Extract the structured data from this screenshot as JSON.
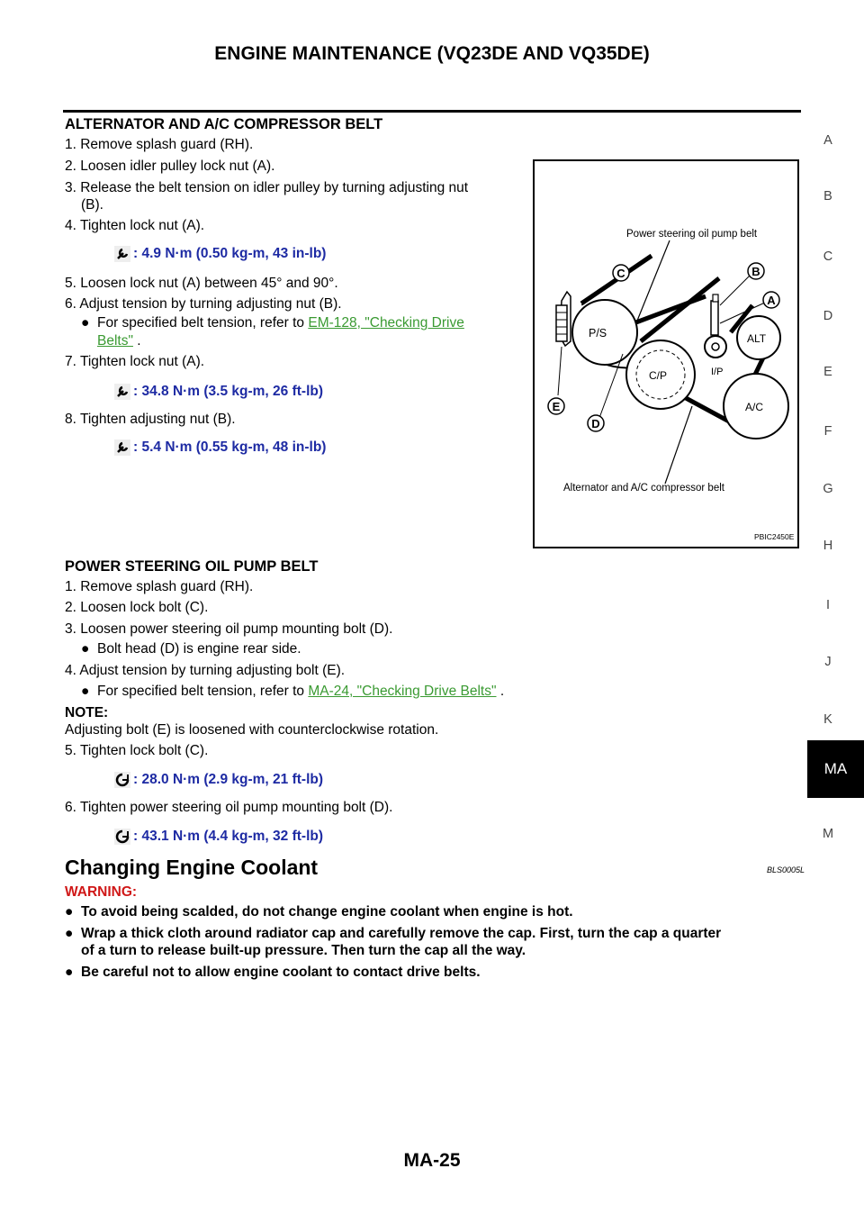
{
  "header": {
    "title": "ENGINE MAINTENANCE (VQ23DE AND VQ35DE)"
  },
  "section1": {
    "title": "ALTERNATOR AND A/C COMPRESSOR BELT",
    "step1": "1. Remove splash guard (RH).",
    "step2": "2. Loosen idler pulley lock nut (A).",
    "step3a": "3. Release the belt tension on idler pulley by turning adjusting nut",
    "step3b": "(B).",
    "step4": "4. Tighten lock nut (A).",
    "torque1": ": 4.9 N·m (0.50 kg-m, 43 in-lb)",
    "step5": "5. Loosen lock nut (A) between 45° and 90°.",
    "step6": "6. Adjust tension by turning adjusting nut (B).",
    "bullet1_prefix": "For specified belt tension, refer to",
    "bullet1_link_a": "EM-128, \"Checking Drive",
    "bullet1_link_b": "Belts\"",
    "bullet1_suffix": ".",
    "step7": "7. Tighten lock nut (A).",
    "torque2": ": 34.8 N·m (3.5 kg-m, 26 ft-lb)",
    "step8": "8. Tighten adjusting nut (B).",
    "torque3": ": 5.4 N·m (0.55 kg-m, 48 in-lb)"
  },
  "figure": {
    "label_top": "Power steering oil pump belt",
    "label_bottom": "Alternator and A/C compressor belt",
    "ps": "P/S",
    "cp": "C/P",
    "alt": "ALT",
    "ip": "I/P",
    "ac": "A/C",
    "c": "C",
    "b": "B",
    "a": "A",
    "e": "E",
    "d": "D",
    "code": "PBIC2450E"
  },
  "section2": {
    "title": "POWER STEERING OIL PUMP BELT",
    "step1": "1. Remove splash guard (RH).",
    "step2": "2. Loosen lock bolt (C).",
    "step3": "3. Loosen power steering oil pump mounting bolt (D).",
    "bullet1": "Bolt head (D) is engine rear side.",
    "step4": "4. Adjust tension by turning adjusting bolt (E).",
    "bullet2_prefix": "For specified belt tension, refer to",
    "bullet2_link": "MA-24, \"Checking Drive Belts\"",
    "bullet2_suffix": ".",
    "note_label": "NOTE:",
    "note_text": "Adjusting bolt (E) is loosened with counterclockwise rotation.",
    "step5": "5. Tighten lock bolt (C).",
    "torque1": ": 28.0 N·m (2.9 kg-m, 21 ft-lb)",
    "step6": "6. Tighten power steering oil pump mounting bolt (D).",
    "torque2": ": 43.1 N·m (4.4 kg-m, 32 ft-lb)"
  },
  "section3": {
    "title": "Changing Engine Coolant",
    "code": "BLS0005L",
    "warning_label": "WARNING:",
    "w1": "To avoid being scalded, do not change engine coolant when engine is hot.",
    "w2a": "Wrap a thick cloth around radiator cap and carefully remove the cap. First, turn the cap a quarter",
    "w2b": "of a turn to release built-up pressure. Then turn the cap all the way.",
    "w3": "Be careful not to allow engine coolant to contact drive belts."
  },
  "side_tabs": [
    "A",
    "B",
    "C",
    "D",
    "E",
    "F",
    "G",
    "H",
    "I",
    "J",
    "K",
    "MA",
    "M"
  ],
  "footer": {
    "page": "MA-25"
  },
  "colors": {
    "torque": "#1d2aa3",
    "link": "#3a9a32",
    "warning": "#d01818"
  }
}
